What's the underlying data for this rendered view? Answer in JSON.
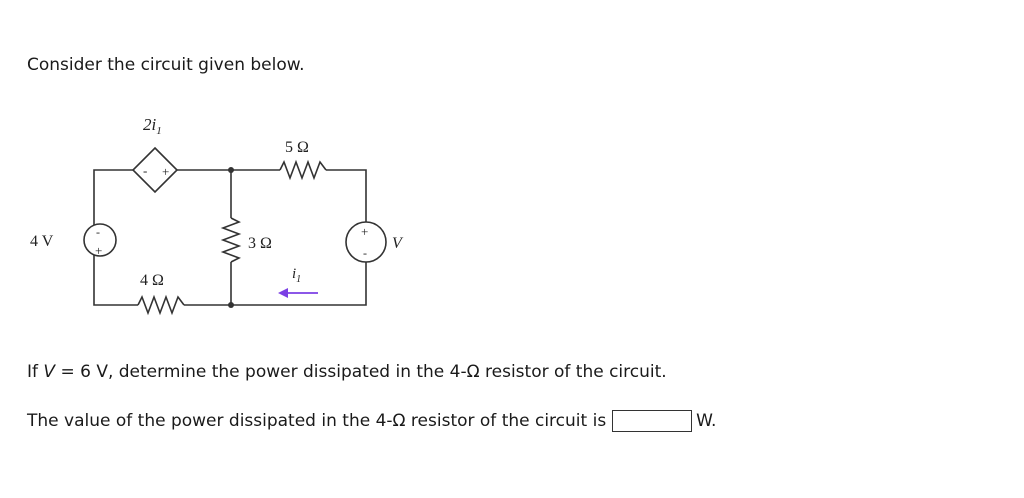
{
  "intro_text": "Consider the circuit given below.",
  "circuit": {
    "dependent_source_label": "2i",
    "dependent_source_sub": "1",
    "resistor_5_label": "5 Ω",
    "resistor_3_label": "3 Ω",
    "resistor_4_label": "4 Ω",
    "source_4v_label": "4 V",
    "source_v_label": "V",
    "current_label": "i",
    "current_sub": "1",
    "plus": "+",
    "minus": "-",
    "current_arrow_color": "#7b3fe4"
  },
  "question": {
    "prefix": "If ",
    "var": "V",
    "suffix": " = 6 V, determine the power dissipated in the 4-Ω resistor of the circuit."
  },
  "answer": {
    "text": "The value of the power dissipated in the 4-Ω resistor of the circuit is",
    "unit": "W."
  }
}
